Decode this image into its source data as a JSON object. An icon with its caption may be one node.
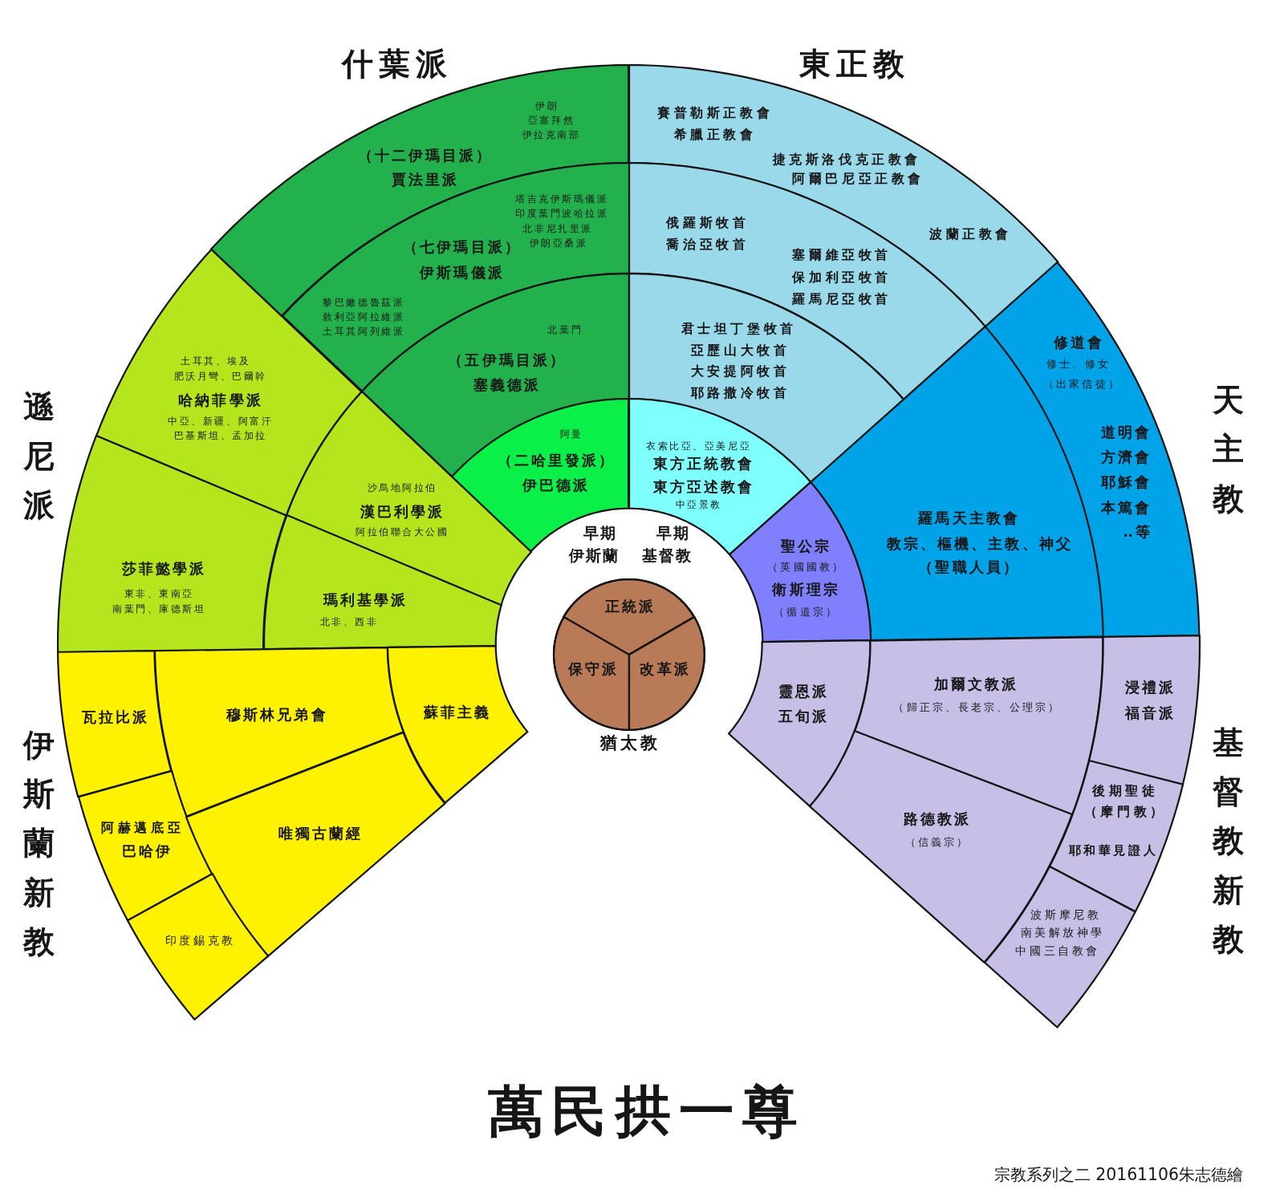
{
  "diagram": {
    "title": "萬民拱一尊",
    "nodes": [
      {
        "text": [
          "伊朗",
          "亞塞拜然",
          "伊拉克南部",
          "（十二伊瑪目派）",
          "賈法里派"
        ]
      },
      {
        "text": [
          "塔吉克伊斯瑪儀派",
          "印度葉門波哈拉派",
          "北非尼扎里派",
          "（七伊瑪目派）",
          "伊朗亞桑派",
          "伊斯瑪儀派",
          "黎巴嫩德魯茲派",
          "敘利亞阿拉維派",
          "土耳其阿列維派"
        ]
      },
      {
        "text": [
          "北葉門",
          "（五伊瑪目派）",
          "塞義德派"
        ]
      },
      {
        "text": [
          "阿曼",
          "（二哈里發派）",
          "伊巴德派"
        ]
      },
      {
        "text": [
          "賽普勒斯正教會",
          "希臘正教會",
          "捷克斯洛伐克正教會",
          "阿爾巴尼亞正教會",
          "波蘭正教會"
        ]
      },
      {
        "text": [
          "俄羅斯牧首",
          "喬治亞牧首",
          "塞爾維亞牧首",
          "保加利亞牧首",
          "羅馬尼亞牧首"
        ]
      },
      {
        "text": [
          "君士坦丁堡牧首",
          "亞歷山大牧首",
          "大安提阿牧首",
          "耶路撒冷牧首"
        ]
      },
      {
        "text": [
          "衣索比亞、亞美尼亞",
          "東方正統教會",
          "東方亞述教會",
          "中亞景教"
        ]
      },
      {
        "text": [
          "土耳其、埃及",
          "肥沃月彎、巴爾幹",
          "哈納菲學派",
          "中亞、新疆、阿富汗",
          "巴基斯坦、孟加拉"
        ]
      },
      {
        "text": [
          "沙烏地阿拉伯",
          "漢巴利學派",
          "阿拉伯聯合大公國"
        ]
      },
      {
        "text": [
          "莎菲懿學派",
          "東非、東南亞",
          "南葉門、庫德斯坦"
        ]
      },
      {
        "text": [
          "瑪利基學派",
          "北非、西非"
        ]
      },
      {
        "text": [
          "修道會",
          "修士、修女",
          "（出家信徒）",
          "道明會",
          "方濟會",
          "耶穌會",
          "本篤會",
          "‥等"
        ]
      },
      {
        "text": [
          "羅馬天主教會",
          "教宗、樞機、主教、神父",
          "（聖職人員）"
        ]
      },
      {
        "text": [
          "聖公宗",
          "（英國國教）",
          "衛斯理宗",
          "（循道宗）"
        ]
      },
      {
        "text": [
          "猶太教"
        ]
      },
      {
        "text": [
          "正統派"
        ],
        "in": 15
      },
      {
        "text": [
          "保守派"
        ],
        "in": 15
      },
      {
        "text": [
          "改革派"
        ],
        "in": 15
      },
      {
        "text": [
          "瓦拉比派"
        ]
      },
      {
        "text": [
          "穆斯林兄弟會"
        ]
      },
      {
        "text": [
          "蘇菲主義"
        ]
      },
      {
        "text": [
          "阿赫邁底亞",
          "巴哈伊"
        ]
      },
      {
        "text": [
          "唯獨古蘭經"
        ]
      },
      {
        "text": [
          "印度錫克教"
        ]
      },
      {
        "text": [
          "靈恩派",
          "五旬派"
        ]
      },
      {
        "text": [
          "加爾文教派",
          "（歸正宗、長老宗、公理宗）"
        ]
      },
      {
        "text": [
          "浸禮派",
          "福音派"
        ]
      },
      {
        "text": [
          "後期聖徒",
          "（摩門教）",
          "耶和華見證人"
        ]
      },
      {
        "text": [
          "路德教派",
          "（信義宗）"
        ]
      },
      {
        "text": [
          "波斯摩尼教",
          "南美解放神學",
          "中國三自教會"
        ]
      }
    ],
    "labels": [
      "什葉派",
      "東正教",
      "遜尼派",
      "天主教",
      "早期伊斯蘭",
      "早期基督教",
      "伊斯蘭新教",
      "基督教新教",
      "宗教系列之二 20161106朱志德繪"
    ]
  }
}
